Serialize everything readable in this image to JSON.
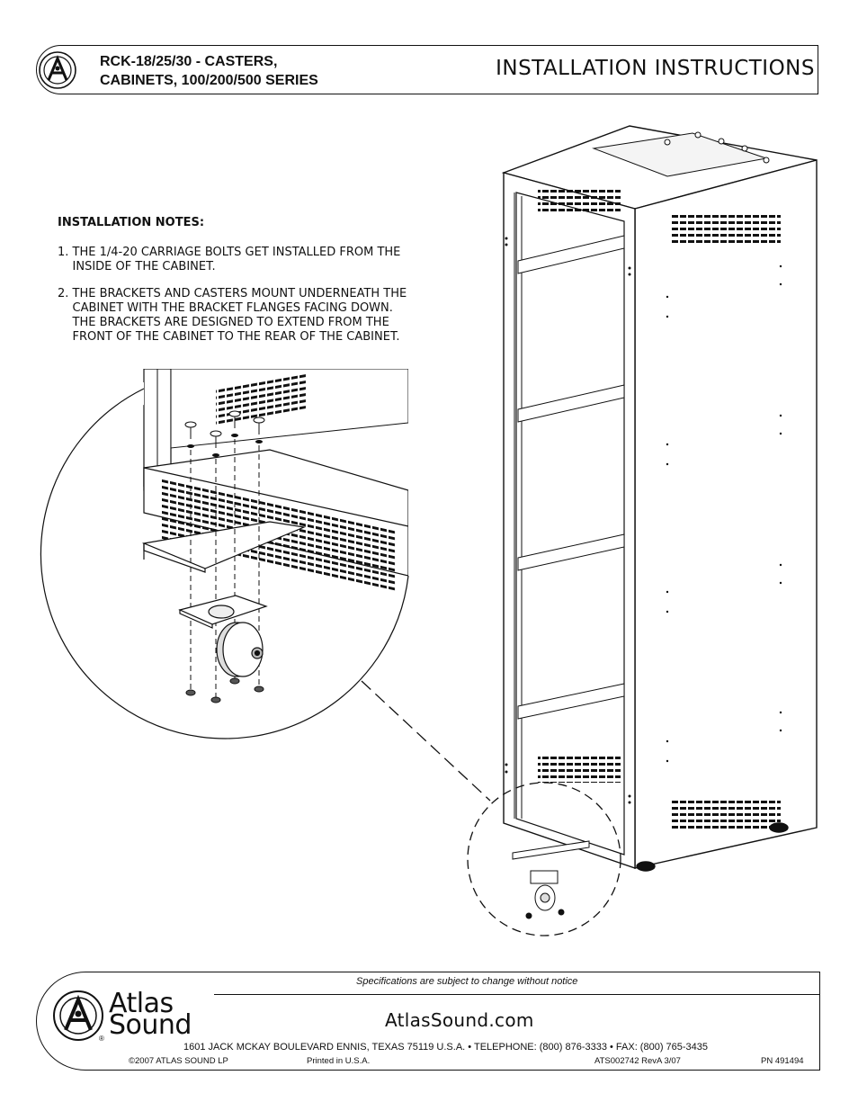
{
  "header": {
    "product_line1": "RCK-18/25/30 - CASTERS,",
    "product_line2": "CABINETS, 100/200/500 SERIES",
    "document_title": "INSTALLATION INSTRUCTIONS"
  },
  "notes": {
    "heading": "INSTALLATION NOTES:",
    "note1_line1": "1. THE 1/4-20 CARRIAGE BOLTS GET INSTALLED FROM THE",
    "note1_line2": "    INSIDE OF THE CABINET.",
    "note2_line1": "2. THE BRACKETS AND CASTERS MOUNT UNDERNEATH THE",
    "note2_line2": "    CABINET WITH THE BRACKET FLANGES FACING DOWN.",
    "note2_line3": "    THE BRACKETS ARE DESIGNED TO EXTEND FROM THE",
    "note2_line4": "    FRONT OF THE CABINET TO THE REAR OF THE CABINET."
  },
  "footer": {
    "spec_notice": "Specifications are subject to change without notice",
    "brand_line1": "Atlas",
    "brand_line2": "Sound",
    "registered": "®",
    "website": "AtlasSound.com",
    "address": "1601 JACK MCKAY BOULEVARD ENNIS, TEXAS 75119 U.S.A.   •   TELEPHONE: (800) 876-3333   •   FAX: (800) 765-3435",
    "copyright": "©2007 ATLAS SOUND LP",
    "printed": "Printed in U.S.A.",
    "doc_code": "ATS002742 RevA 3/07",
    "part_number": "PN 491494"
  }
}
